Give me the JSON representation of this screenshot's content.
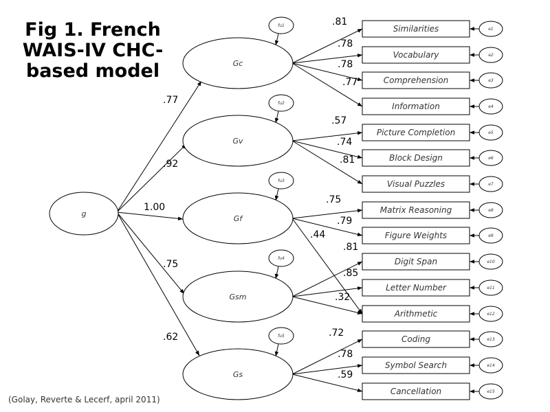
{
  "title": [
    "Fig 1. French",
    "WAIS-IV CHC-",
    "based model"
  ],
  "citation": "(Golay, Reverte & Lecerf, april 2011)",
  "general_factor": "g",
  "factors": [
    {
      "id": "Gc",
      "label": "Gc",
      "disturbance": "fu1",
      "loading_from_g": ".77"
    },
    {
      "id": "Gv",
      "label": "Gv",
      "disturbance": "fu2",
      "loading_from_g": ".92"
    },
    {
      "id": "Gf",
      "label": "Gf",
      "disturbance": "fu3",
      "loading_from_g": "1.00"
    },
    {
      "id": "Gsm",
      "label": "Gsm",
      "disturbance": "fu4",
      "loading_from_g": ".75"
    },
    {
      "id": "Gs",
      "label": "Gs",
      "disturbance": "fu5",
      "loading_from_g": ".62"
    }
  ],
  "subtests": [
    {
      "label": "Similarities",
      "error": "e1"
    },
    {
      "label": "Vocabulary",
      "error": "e2"
    },
    {
      "label": "Comprehension",
      "error": "e3"
    },
    {
      "label": "Information",
      "error": "e4"
    },
    {
      "label": "Picture Completion",
      "error": "e5"
    },
    {
      "label": "Block Design",
      "error": "e6"
    },
    {
      "label": "Visual Puzzles",
      "error": "e7"
    },
    {
      "label": "Matrix Reasoning",
      "error": "e8"
    },
    {
      "label": "Figure Weights",
      "error": "e9"
    },
    {
      "label": "Digit Span",
      "error": "e10"
    },
    {
      "label": "Letter Number",
      "error": "e11"
    },
    {
      "label": "Arithmetic",
      "error": "e12"
    },
    {
      "label": "Coding",
      "error": "e13"
    },
    {
      "label": "Symbol Search",
      "error": "e14"
    },
    {
      "label": "Cancellation",
      "error": "e15"
    }
  ],
  "loadings": [
    {
      "factor": 0,
      "subtest": 0,
      "value": ".81"
    },
    {
      "factor": 0,
      "subtest": 1,
      "value": ".78"
    },
    {
      "factor": 0,
      "subtest": 2,
      "value": ".78"
    },
    {
      "factor": 0,
      "subtest": 3,
      "value": ".77"
    },
    {
      "factor": 1,
      "subtest": 4,
      "value": ".57"
    },
    {
      "factor": 1,
      "subtest": 5,
      "value": ".74"
    },
    {
      "factor": 1,
      "subtest": 6,
      "value": ".81"
    },
    {
      "factor": 2,
      "subtest": 7,
      "value": ".75"
    },
    {
      "factor": 2,
      "subtest": 8,
      "value": ".79"
    },
    {
      "factor": 2,
      "subtest": 11,
      "value": ".44"
    },
    {
      "factor": 3,
      "subtest": 9,
      "value": ".81"
    },
    {
      "factor": 3,
      "subtest": 10,
      "value": ".85"
    },
    {
      "factor": 3,
      "subtest": 11,
      "value": ".32"
    },
    {
      "factor": 4,
      "subtest": 12,
      "value": ".72"
    },
    {
      "factor": 4,
      "subtest": 13,
      "value": ".78"
    },
    {
      "factor": 4,
      "subtest": 14,
      "value": ".59"
    }
  ]
}
